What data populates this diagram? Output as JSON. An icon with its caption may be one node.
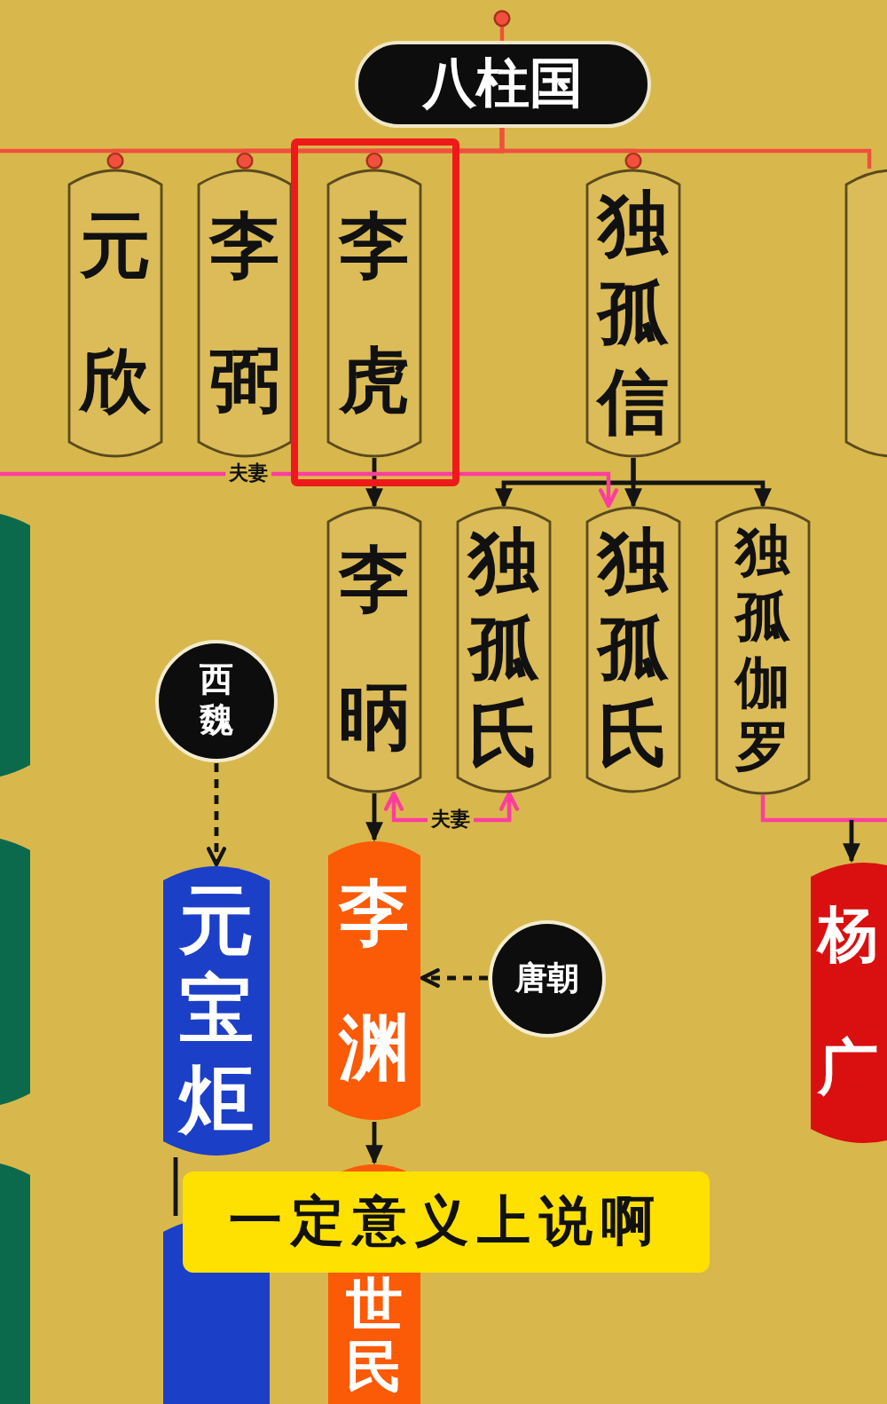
{
  "diagram": {
    "nodes": [
      {
        "text": [
          "八柱国"
        ]
      },
      {
        "text": [
          "元欣"
        ]
      },
      {
        "text": [
          "李弼"
        ]
      },
      {
        "text": [
          "李虎"
        ]
      },
      {
        "text": [
          "独孤信"
        ]
      },
      {
        "text": [],
        "shape": "box"
      },
      {
        "text": [],
        "shape": "box"
      },
      {
        "text": [
          "李昞"
        ]
      },
      {
        "text": [
          "独孤氏"
        ]
      },
      {
        "text": [
          "独孤氏"
        ]
      },
      {
        "text": [
          "独孤伽罗"
        ]
      },
      {
        "text": [
          "西魏"
        ]
      },
      {
        "text": [],
        "shape": "box"
      },
      {
        "text": [
          "元宝炬"
        ]
      },
      {
        "text": [
          "李渊"
        ]
      },
      {
        "text": [
          "杨广"
        ]
      },
      {
        "text": [
          "唐朝"
        ]
      },
      {
        "text": [],
        "shape": "box"
      },
      {
        "text": [],
        "shape": "box"
      },
      {
        "text": [
          "世民"
        ]
      }
    ],
    "edges": [
      {
        "from": 0,
        "to": null,
        "arrow": "other",
        "color": "#f0503c"
      },
      {
        "from": 0,
        "to": 1,
        "arrow": "other",
        "color": "#f0503c"
      },
      {
        "from": 0,
        "to": 2,
        "arrow": "other",
        "color": "#f0503c"
      },
      {
        "from": 0,
        "to": 3,
        "arrow": "other",
        "color": "#f0503c"
      },
      {
        "from": 0,
        "to": 4,
        "arrow": "other",
        "color": "#f0503c"
      },
      {
        "from": 0,
        "to": 5,
        "arrow": "none",
        "color": "#f0503c"
      },
      {
        "from": 0,
        "to": null,
        "arrow": "none",
        "color": "#f0503c"
      },
      {
        "from": 3,
        "to": 7,
        "arrow": "to"
      },
      {
        "from": 4,
        "to": 8,
        "arrow": "to"
      },
      {
        "from": 4,
        "to": 9,
        "arrow": "to"
      },
      {
        "from": 4,
        "to": 10,
        "arrow": "to"
      },
      {
        "from": null,
        "to": 9,
        "arrow": "to",
        "label": "夫妻",
        "color": "#ff3d9e"
      },
      {
        "from": 7,
        "to": 8,
        "arrow": "both",
        "label": "夫妻",
        "color": "#ff3d9e"
      },
      {
        "from": 10,
        "to": null,
        "arrow": "none",
        "color": "#ff3d9e"
      },
      {
        "from": null,
        "to": 15,
        "arrow": "to"
      },
      {
        "from": 11,
        "to": 13,
        "arrow": "to",
        "style": "dashed"
      },
      {
        "from": 7,
        "to": 14,
        "arrow": "to"
      },
      {
        "from": 16,
        "to": 14,
        "arrow": "to",
        "style": "dashed"
      },
      {
        "from": 13,
        "to": 18,
        "arrow": "none"
      },
      {
        "from": 14,
        "to": 19,
        "arrow": "to"
      }
    ],
    "labels": [
      "一定意义上说啊"
    ]
  }
}
